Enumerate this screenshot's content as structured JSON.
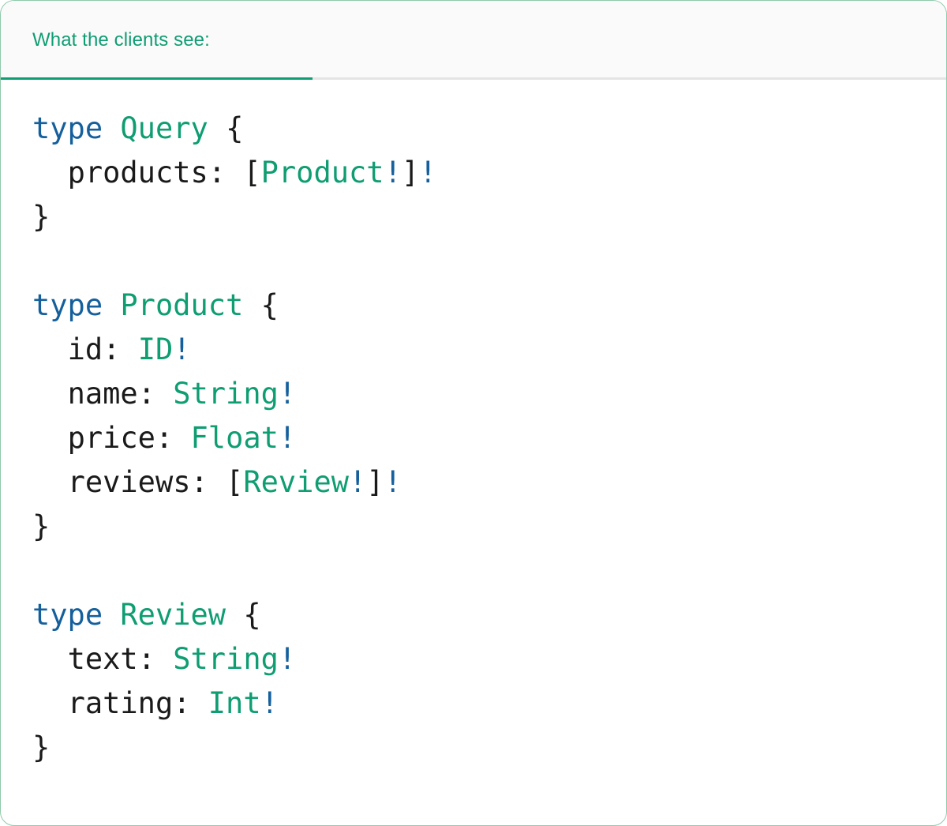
{
  "card": {
    "border_color": "#8fc9ab",
    "background": "#ffffff"
  },
  "header": {
    "background": "#fafafa",
    "tab_label": "What the clients see:",
    "tab_active": true,
    "accent_color": "#0f9d72",
    "divider_color": "#e4e4e4"
  },
  "code": {
    "language": "graphql",
    "colors": {
      "keyword": "#15609c",
      "type_name": "#0f9d72",
      "non_null": "#15609c",
      "punctuation": "#1a1a1a",
      "field": "#1a1a1a"
    },
    "types": [
      {
        "keyword": "type",
        "name": "Query",
        "open": "{",
        "close": "}",
        "fields": [
          {
            "name": "products",
            "colon": ":",
            "lbracket": "[",
            "type": "Product",
            "inner_bang": "!",
            "rbracket": "]",
            "outer_bang": "!"
          }
        ]
      },
      {
        "keyword": "type",
        "name": "Product",
        "open": "{",
        "close": "}",
        "fields": [
          {
            "name": "id",
            "colon": ":",
            "lbracket": "",
            "type": "ID",
            "inner_bang": "!",
            "rbracket": "",
            "outer_bang": ""
          },
          {
            "name": "name",
            "colon": ":",
            "lbracket": "",
            "type": "String",
            "inner_bang": "!",
            "rbracket": "",
            "outer_bang": ""
          },
          {
            "name": "price",
            "colon": ":",
            "lbracket": "",
            "type": "Float",
            "inner_bang": "!",
            "rbracket": "",
            "outer_bang": ""
          },
          {
            "name": "reviews",
            "colon": ":",
            "lbracket": "[",
            "type": "Review",
            "inner_bang": "!",
            "rbracket": "]",
            "outer_bang": "!"
          }
        ]
      },
      {
        "keyword": "type",
        "name": "Review",
        "open": "{",
        "close": "}",
        "fields": [
          {
            "name": "text",
            "colon": ":",
            "lbracket": "",
            "type": "String",
            "inner_bang": "!",
            "rbracket": "",
            "outer_bang": ""
          },
          {
            "name": "rating",
            "colon": ":",
            "lbracket": "",
            "type": "Int",
            "inner_bang": "!",
            "rbracket": "",
            "outer_bang": ""
          }
        ]
      }
    ]
  }
}
